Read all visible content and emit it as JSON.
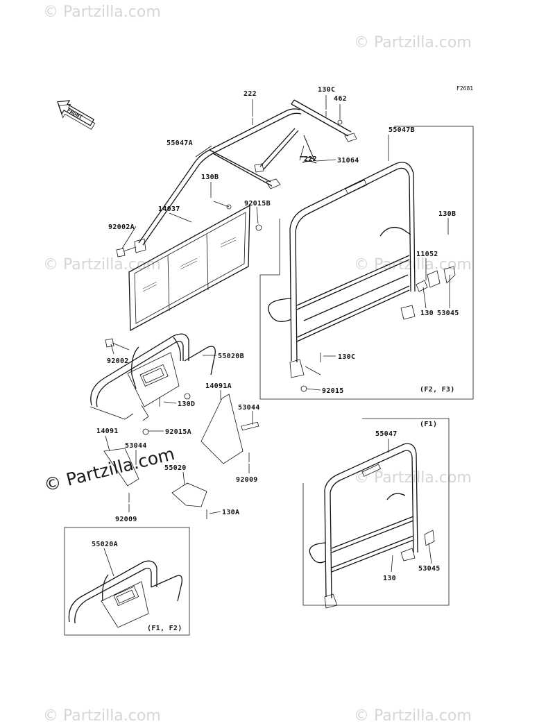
{
  "figure_code": "F2681",
  "front_label": "FRONT",
  "watermark_text": "© Partzilla.com",
  "groups": {
    "f2_f3": "(F2, F3)",
    "f1": "(F1)",
    "f1_f2": "(F1, F2)"
  },
  "parts": {
    "p222_top": "222",
    "p130c_top": "130C",
    "p462": "462",
    "p55047a": "55047A",
    "p55047b": "55047B",
    "p222_mid": "222",
    "p31064": "31064",
    "p130b_left": "130B",
    "p92015b": "92015B",
    "p14037": "14037",
    "p92002a": "92002A",
    "p130b_right": "130B",
    "p11052": "11052",
    "p130_right": "130",
    "p53045_right": "53045",
    "p92002": "92002",
    "p55020b": "55020B",
    "p130c_low": "130C",
    "p92015": "92015",
    "p14091a": "14091A",
    "p130d": "130D",
    "p53044_right": "53044",
    "p92015a": "92015A",
    "p14091": "14091",
    "p53044_left": "53044",
    "p55020": "55020",
    "p92009_right": "92009",
    "p92009_left": "92009",
    "p130a": "130A",
    "p55047": "55047",
    "p55020a": "55020A",
    "p130_low": "130",
    "p53045_low": "53045"
  },
  "colors": {
    "ink": "#111111",
    "watermark": "#d6d6d6",
    "background": "#ffffff"
  }
}
